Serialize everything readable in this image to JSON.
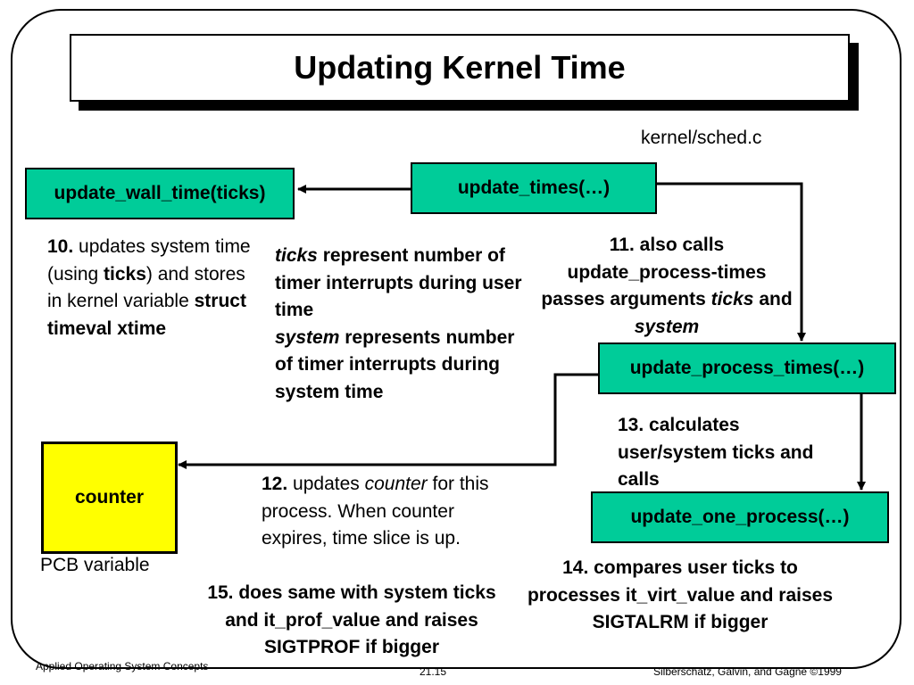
{
  "title": "Updating Kernel Time",
  "source_file": "kernel/sched.c",
  "functions": {
    "update_wall_time": "update_wall_time(ticks)",
    "update_times": "update_times(…)",
    "update_process_times": "update_process_times(…)",
    "update_one_process": "update_one_process(…)",
    "counter": "counter"
  },
  "pcb_label": "PCB  variable",
  "note10": {
    "num": "10.",
    "t1": " updates system time (using ",
    "t2": "ticks",
    "t3": ") and stores in kernel variable ",
    "t4": "struct timeval xtime"
  },
  "note_ticks": {
    "ticks": "ticks",
    "ticks_desc": " represent number of timer interrupts during user time",
    "system": "system",
    "system_desc": " represents number of timer interrupts during system time"
  },
  "note11": {
    "t1": "11. also calls update_process-times passes arguments ",
    "ticks": "ticks",
    "and": " and ",
    "system": "system"
  },
  "note12": {
    "num": "12.",
    "t1": "  updates ",
    "counter": "counter",
    "t2": " for this process.  When counter expires, time slice is up."
  },
  "note13": "13. calculates user/system ticks and calls",
  "note14": "14. compares user  ticks to processes it_virt_value and raises SIGTALRM if bigger",
  "note15": "15. does same with system ticks and it_prof_value and raises SIGTPROF if bigger",
  "footer": {
    "left": "Applied Operating System Concepts",
    "center": "21.15",
    "right": "Silberschatz, Galvin, and Gagne ©1999"
  }
}
